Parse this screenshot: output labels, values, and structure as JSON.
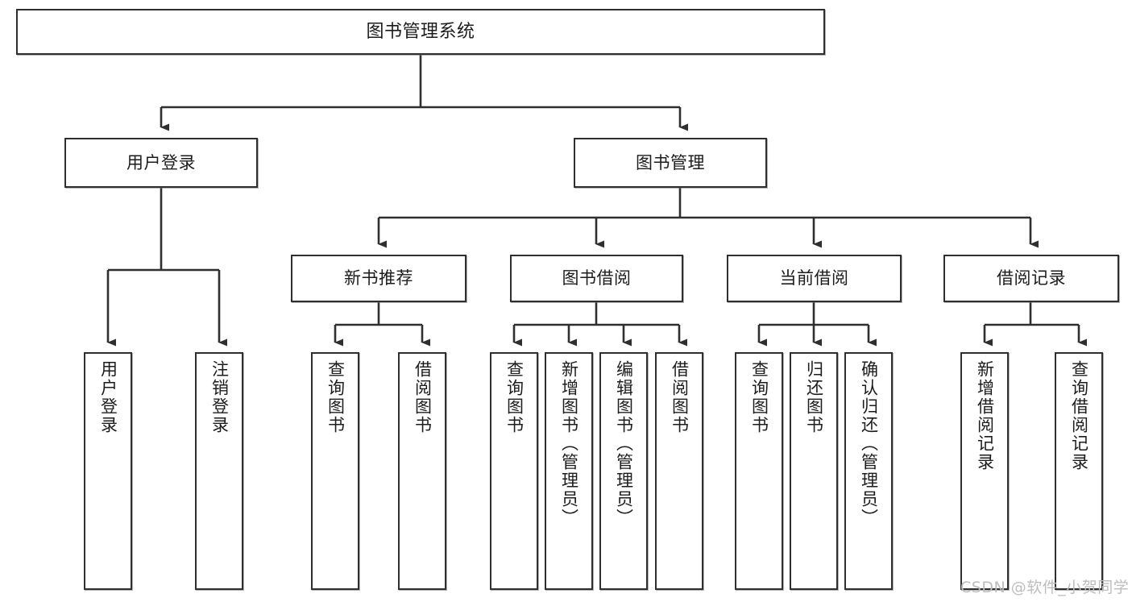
{
  "diagram": {
    "title": "图书管理系统",
    "type": "tree-hierarchy",
    "background_color": "#ffffff",
    "node_border_color": "#2f2f2f",
    "edge_color": "#2f2f2f",
    "text_color": "#1c1c1c"
  },
  "nodes": {
    "root": {
      "label": "图书管理系统"
    },
    "level2": [
      {
        "label": "用户登录"
      },
      {
        "label": "图书管理"
      }
    ],
    "level3": [
      {
        "label": "新书推荐"
      },
      {
        "label": "图书借阅"
      },
      {
        "label": "当前借阅"
      },
      {
        "label": "借阅记录"
      }
    ],
    "leaves": {
      "user_login": [
        {
          "label": "用户登录"
        },
        {
          "label": "注销登录"
        }
      ],
      "new_book_recommend": [
        {
          "label": "查询图书"
        },
        {
          "label": "借阅图书"
        }
      ],
      "book_borrow": [
        {
          "label": "查询图书"
        },
        {
          "label": "新增图书（管理员）"
        },
        {
          "label": "编辑图书（管理员）"
        },
        {
          "label": "借阅图书"
        }
      ],
      "current_borrow": [
        {
          "label": "查询图书"
        },
        {
          "label": "归还图书"
        },
        {
          "label": "确认归还（管理员）"
        }
      ],
      "borrow_record": [
        {
          "label": "新增借阅记录"
        },
        {
          "label": "查询借阅记录"
        }
      ]
    }
  },
  "watermark": {
    "text": "CSDN @软件_小贺同学",
    "color": "#bdbdbd"
  }
}
